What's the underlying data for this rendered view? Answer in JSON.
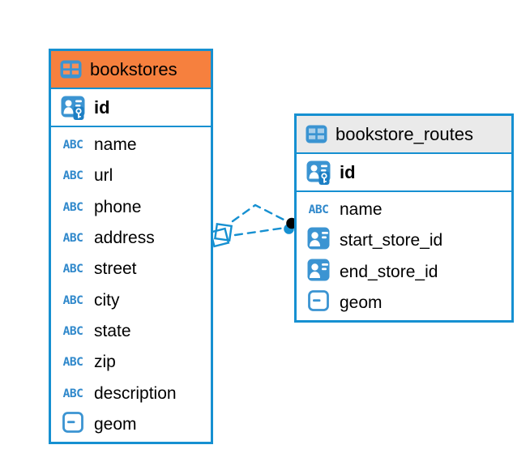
{
  "diagram": {
    "type": "entity-relationship",
    "background": "#ffffff"
  },
  "colors": {
    "accent_blue": "#1690d1",
    "icon_blue": "#3b94d2",
    "key_patch_blue": "#1d7fc4",
    "abc_text_blue": "#2f88cb",
    "dot_black": "#000000"
  },
  "icons": {
    "text_type_label": "ABC"
  },
  "tables": [
    {
      "name": "bookstores",
      "header_bg": "#f6803e",
      "header_icon": "table-icon",
      "header_icon_cell_color": "#f88f58",
      "primary_key": {
        "name": "id",
        "type": "primary-key"
      },
      "columns": [
        {
          "name": "name",
          "type": "text"
        },
        {
          "name": "url",
          "type": "text"
        },
        {
          "name": "phone",
          "type": "text"
        },
        {
          "name": "address",
          "type": "text"
        },
        {
          "name": "street",
          "type": "text"
        },
        {
          "name": "city",
          "type": "text"
        },
        {
          "name": "state",
          "type": "text"
        },
        {
          "name": "zip",
          "type": "text"
        },
        {
          "name": "description",
          "type": "text"
        },
        {
          "name": "geom",
          "type": "geometry"
        }
      ]
    },
    {
      "name": "bookstore_routes",
      "header_bg": "#eaeaea",
      "header_icon": "table-icon",
      "header_icon_cell_color": "#a8cee9",
      "primary_key": {
        "name": "id",
        "type": "primary-key"
      },
      "columns": [
        {
          "name": "name",
          "type": "text"
        },
        {
          "name": "start_store_id",
          "type": "reference"
        },
        {
          "name": "end_store_id",
          "type": "reference"
        },
        {
          "name": "geom",
          "type": "geometry"
        }
      ]
    }
  ],
  "relationships": [
    {
      "from_table": "bookstores",
      "to_table": "bookstore_routes",
      "line_style": "dashed",
      "line_count": 2,
      "source_marker": "double-diamond",
      "target_marker": "stacked-dot"
    }
  ]
}
